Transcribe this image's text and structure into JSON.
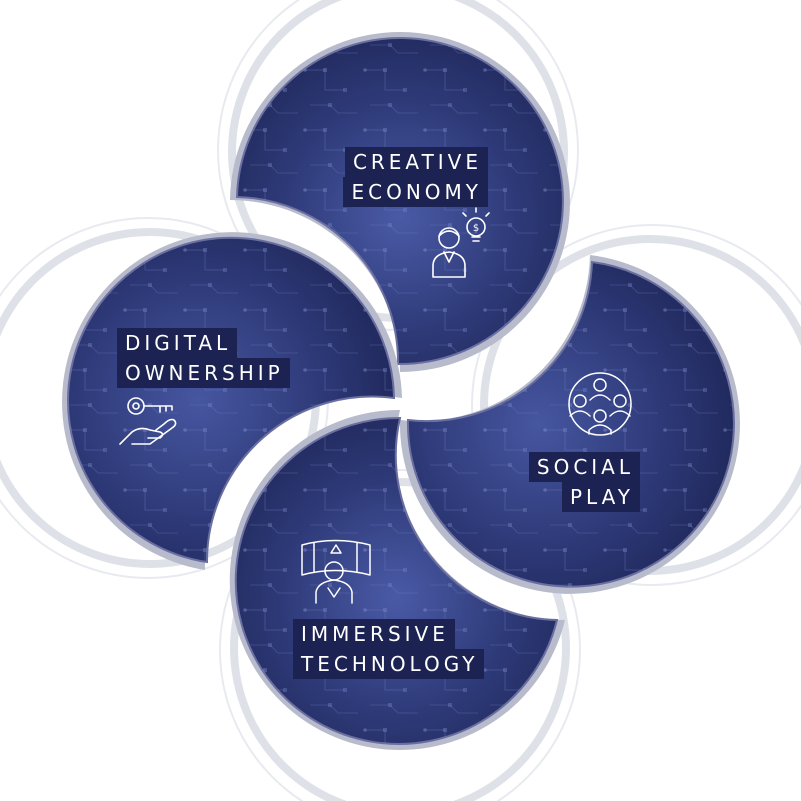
{
  "diagram": {
    "segments": [
      {
        "id": "creative-economy",
        "lines": [
          "CREATIVE",
          "ECONOMY"
        ],
        "icon": "creator-idea-icon"
      },
      {
        "id": "digital-ownership",
        "lines": [
          "DIGITAL",
          "OWNERSHIP"
        ],
        "icon": "key-hand-icon"
      },
      {
        "id": "social-play",
        "lines": [
          "SOCIAL",
          "PLAY"
        ],
        "icon": "community-icon"
      },
      {
        "id": "immersive-technology",
        "lines": [
          "IMMERSIVE",
          "TECHNOLOGY"
        ],
        "icon": "vr-user-icon"
      }
    ],
    "colors": {
      "petal_dark": "#1e2657",
      "petal_mid": "#33407f",
      "petal_light": "#4a5aa6",
      "rim_outer": "#cdd0dc",
      "rim_inner": "#6a6fa0",
      "label_bg": "#1c2352",
      "circuit": "#6f7fbf"
    }
  }
}
